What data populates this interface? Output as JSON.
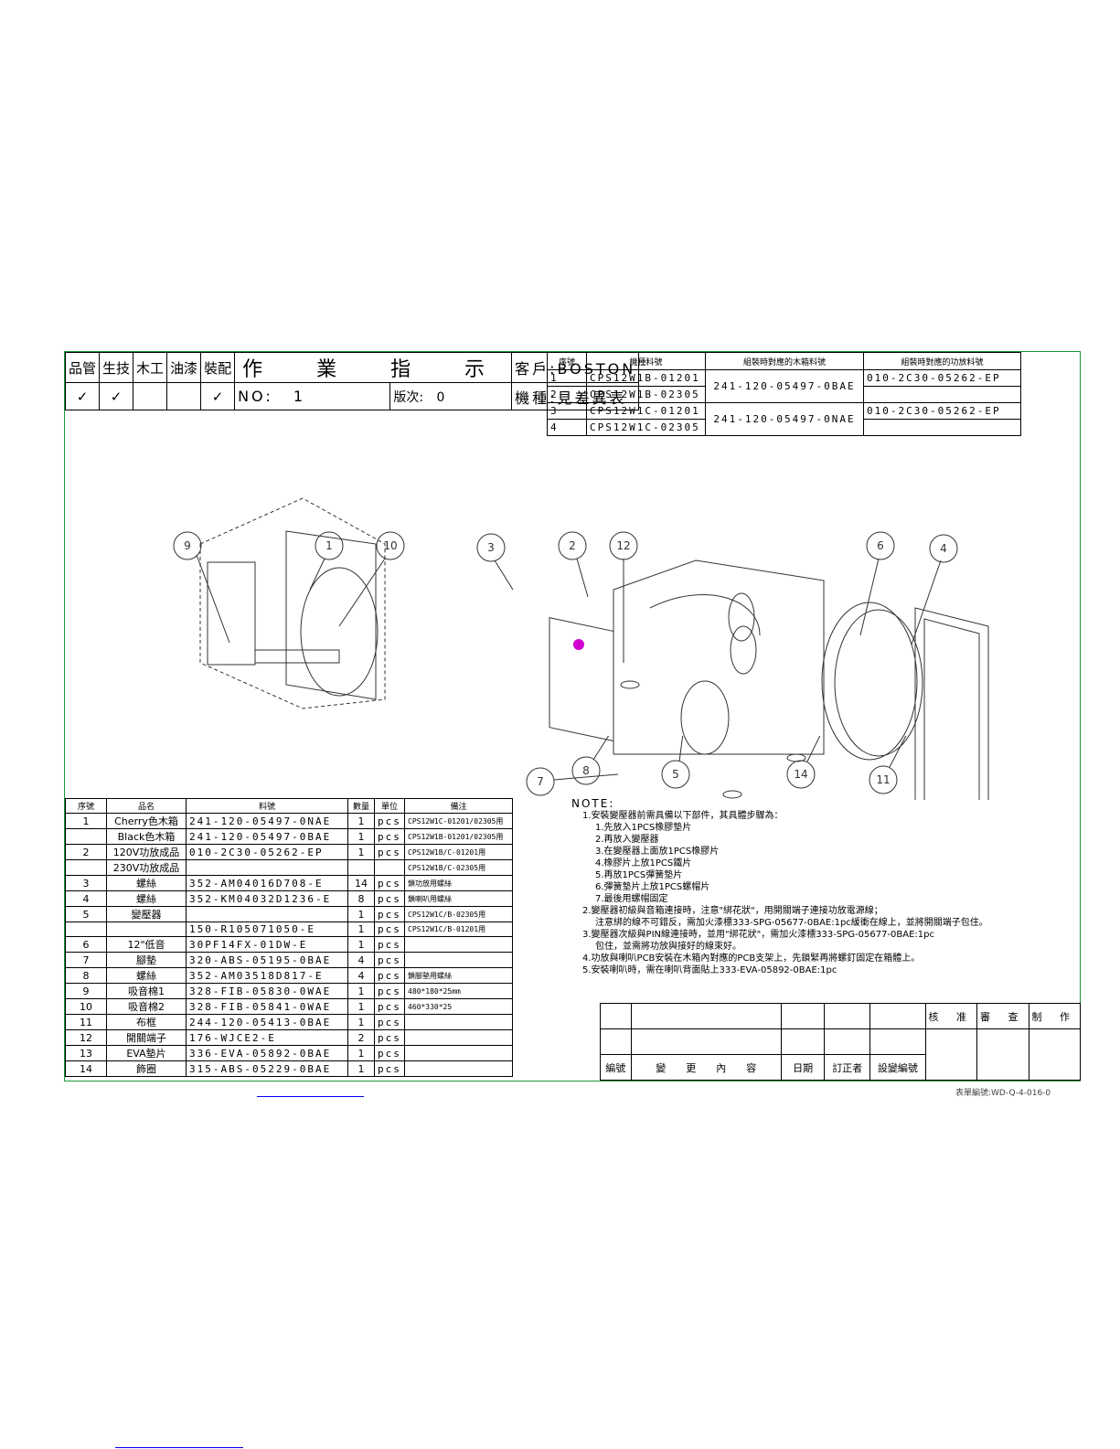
{
  "header": {
    "depts": [
      "品管",
      "生技",
      "木工",
      "油漆",
      "裝配"
    ],
    "title": "作 業 指 示",
    "customer": "客戶:BOSTON",
    "no_label": "NO:",
    "no_value": "1",
    "rev_label": "版次:",
    "rev_value": "0",
    "model": "機種:見差異表",
    "checks": [
      "✓",
      "✓",
      "",
      "",
      "✓"
    ]
  },
  "model_table": {
    "headers": [
      "序號",
      "機種料號",
      "組裝時對應的木箱料號",
      "組裝時對應的功放料號"
    ],
    "rows": [
      {
        "seq": "1",
        "model": "CPS12W1B-01201",
        "box": "241-120-05497-0BAE",
        "amp": "010-2C30-05262-EP"
      },
      {
        "seq": "2",
        "model": "CPS12W1B-02305",
        "box": "",
        "amp": ""
      },
      {
        "seq": "3",
        "model": "CPS12W1C-01201",
        "box": "241-120-05497-0NAE",
        "amp": "010-2C30-05262-EP"
      },
      {
        "seq": "4",
        "model": "CPS12W1C-02305",
        "box": "",
        "amp": ""
      }
    ]
  },
  "callouts": [
    "9",
    "1",
    "10",
    "3",
    "2",
    "12",
    "6",
    "4",
    "7",
    "8",
    "5",
    "14",
    "11"
  ],
  "bom": {
    "headers": [
      "序號",
      "品名",
      "料號",
      "數量",
      "單位",
      "備注"
    ],
    "rows": [
      {
        "seq": "1",
        "name": "Cherry色木箱",
        "part": "241-120-05497-0NAE",
        "qty": "1",
        "unit": "pcs",
        "note": "CPS12W1C-01201/02305用"
      },
      {
        "seq": "",
        "name": "Black色木箱",
        "part": "241-120-05497-0BAE",
        "qty": "1",
        "unit": "pcs",
        "note": "CPS12W1B-01201/02305用"
      },
      {
        "seq": "2",
        "name": "120V功放成品",
        "part": "010-2C30-05262-EP",
        "qty": "1",
        "unit": "pcs",
        "note": "CPS12W1B/C-01201用"
      },
      {
        "seq": "",
        "name": "230V功放成品",
        "part": "",
        "qty": "",
        "unit": "",
        "note": "CPS12W1B/C-02305用"
      },
      {
        "seq": "3",
        "name": "螺絲",
        "part": "352-AM04016D708-E",
        "qty": "14",
        "unit": "pcs",
        "note": "鎖功放用螺絲"
      },
      {
        "seq": "4",
        "name": "螺絲",
        "part": "352-KM04032D1236-E",
        "qty": "8",
        "unit": "pcs",
        "note": "鎖喇叭用螺絲"
      },
      {
        "seq": "5",
        "name": "變壓器",
        "part": "",
        "qty": "1",
        "unit": "pcs",
        "note": "CPS12W1C/B-02305用"
      },
      {
        "seq": "",
        "name": "",
        "part": "150-R105071050-E",
        "qty": "1",
        "unit": "pcs",
        "note": "CPS12W1C/B-01201用"
      },
      {
        "seq": "6",
        "name": "12\"低音",
        "part": "30PF14FX-01DW-E",
        "qty": "1",
        "unit": "pcs",
        "note": ""
      },
      {
        "seq": "7",
        "name": "腳墊",
        "part": "320-ABS-05195-0BAE",
        "qty": "4",
        "unit": "pcs",
        "note": ""
      },
      {
        "seq": "8",
        "name": "螺絲",
        "part": "352-AM03518D817-E",
        "qty": "4",
        "unit": "pcs",
        "note": "鎖腳墊用螺絲"
      },
      {
        "seq": "9",
        "name": "吸音棉1",
        "part": "328-FIB-05830-0WAE",
        "qty": "1",
        "unit": "pcs",
        "note": "480*180*25mm"
      },
      {
        "seq": "10",
        "name": "吸音棉2",
        "part": "328-FIB-05841-0WAE",
        "qty": "1",
        "unit": "pcs",
        "note": "460*330*25"
      },
      {
        "seq": "11",
        "name": "布框",
        "part": "244-120-05413-0BAE",
        "qty": "1",
        "unit": "pcs",
        "note": ""
      },
      {
        "seq": "12",
        "name": "開關端子",
        "part": "176-WJCE2-E",
        "qty": "2",
        "unit": "pcs",
        "note": ""
      },
      {
        "seq": "13",
        "name": "EVA墊片",
        "part": "336-EVA-05892-0BAE",
        "qty": "1",
        "unit": "pcs",
        "note": ""
      },
      {
        "seq": "14",
        "name": "飾圈",
        "part": "315-ABS-05229-0BAE",
        "qty": "1",
        "unit": "pcs",
        "note": ""
      }
    ]
  },
  "notes": {
    "title": "NOTE:",
    "lines": [
      {
        "level": 1,
        "text": "1.安裝變壓器前需具備以下部件，其具體步驟為："
      },
      {
        "level": 2,
        "text": "1.先放入1PCS橡膠墊片"
      },
      {
        "level": 2,
        "text": "2.再放入變壓器"
      },
      {
        "level": 2,
        "text": "3.在變壓器上面放1PCS橡膠片"
      },
      {
        "level": 2,
        "text": "4.橡膠片上放1PCS鐵片"
      },
      {
        "level": 2,
        "text": "5.再放1PCS彈簧墊片"
      },
      {
        "level": 2,
        "text": "6.彈簧墊片上放1PCS螺帽片"
      },
      {
        "level": 2,
        "text": "7.最後用螺帽固定"
      },
      {
        "level": 1,
        "text": "2.變壓器初級與音箱連接時，注意\"綁花狀\"，用開關端子連接功放電源線；"
      },
      {
        "level": 3,
        "text": "注意綁的線不可錯反，需加火漆標333-SPG-05677-0BAE:1pc緩衝在線上，並將開關端子包住。"
      },
      {
        "level": 1,
        "text": "3.變壓器次級與PIN線連接時，並用\"綁花狀\"，需加火漆標333-SPG-05677-0BAE:1pc"
      },
      {
        "level": 3,
        "text": "包住，並需將功放與接好的線束好。"
      },
      {
        "level": 1,
        "text": "4.功放與喇叭PCB安裝在木箱內對應的PCB支架上，先鎖緊再將螺釘固定在箱體上。"
      },
      {
        "level": 1,
        "text": "5.安裝喇叭時，需在喇叭背面貼上333-EVA-05892-0BAE:1pc"
      }
    ]
  },
  "revision": {
    "sign_labels": [
      "核 准",
      "審 查",
      "制 作"
    ],
    "footer_labels": [
      "編號",
      "變　　更　　內　　容",
      "日期",
      "訂正者",
      "設變編號"
    ]
  },
  "doc_number": "表單編號:WD-Q-4-016-0"
}
